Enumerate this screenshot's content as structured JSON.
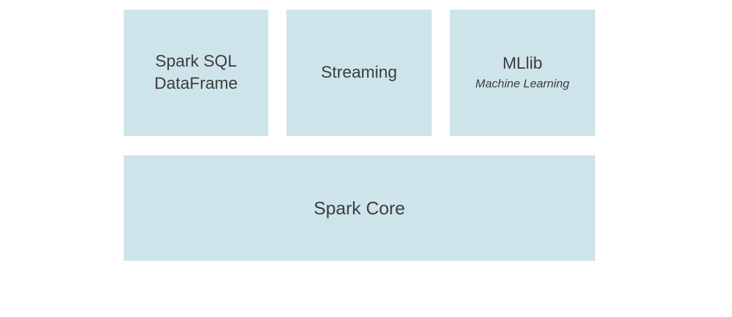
{
  "diagram": {
    "colors": {
      "background": "#ffffff",
      "box_fill": "#cde4ea",
      "text": "#3d3d3d"
    },
    "boxes": {
      "spark_sql": {
        "line1": "Spark SQL",
        "line2": "DataFrame"
      },
      "streaming": {
        "label": "Streaming"
      },
      "mllib": {
        "title": "MLlib",
        "subtitle": "Machine Learning"
      },
      "spark_core": {
        "label": "Spark Core"
      }
    }
  }
}
